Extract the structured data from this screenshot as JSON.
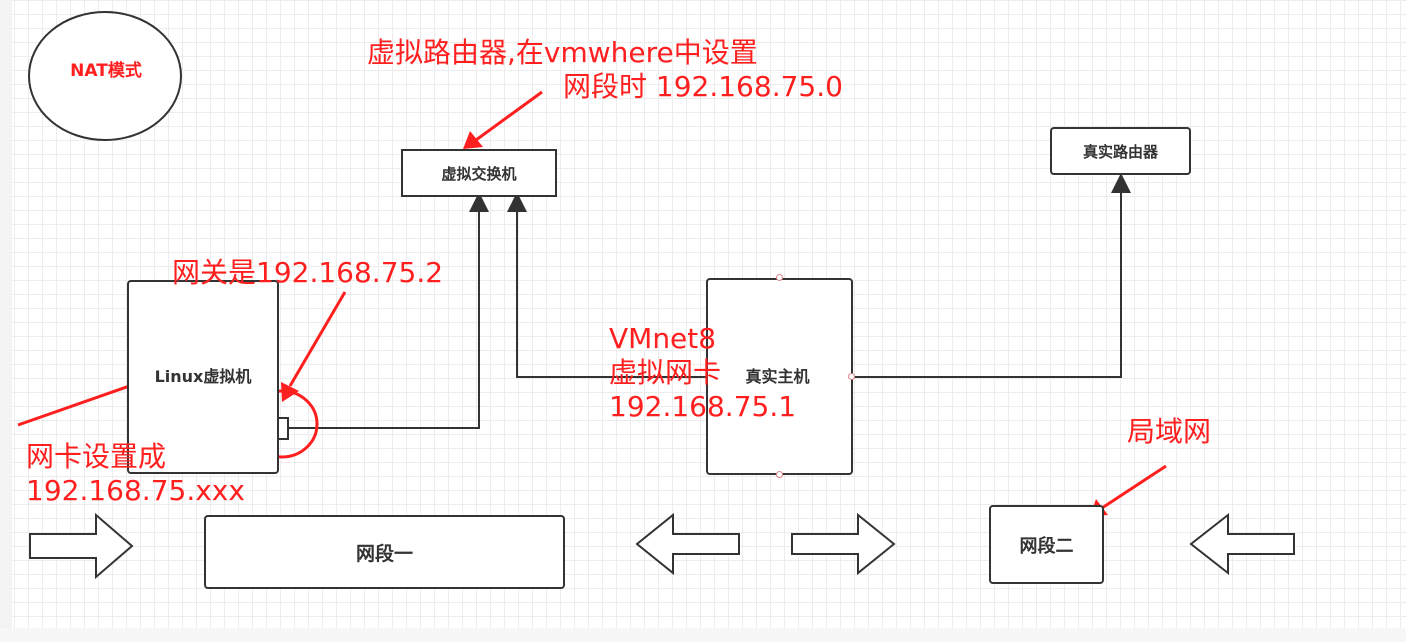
{
  "diagram": {
    "mode_label": "NAT模式",
    "nodes": {
      "virtual_switch": "虚拟交换机",
      "real_router": "真实路由器",
      "linux_vm": "Linux虚拟机",
      "real_host": "真实主机",
      "segment_one": "网段一",
      "segment_two": "网段二"
    },
    "annotations": {
      "virtual_router_line1": "虚拟路由器,在vmwhere中设置",
      "virtual_router_line2": "网段时 192.168.75.0",
      "gateway": "网关是192.168.75.2",
      "vmnet_line1": "VMnet8",
      "vmnet_line2": "虚拟网卡",
      "vmnet_line3": "192.168.75.1",
      "nic_line1": "网卡设置成",
      "nic_line2": "192.168.75.xxx",
      "lan": "局域网"
    }
  },
  "colors": {
    "annotation": "#ff1f1f",
    "stroke": "#333333",
    "grid": "#ececec"
  }
}
